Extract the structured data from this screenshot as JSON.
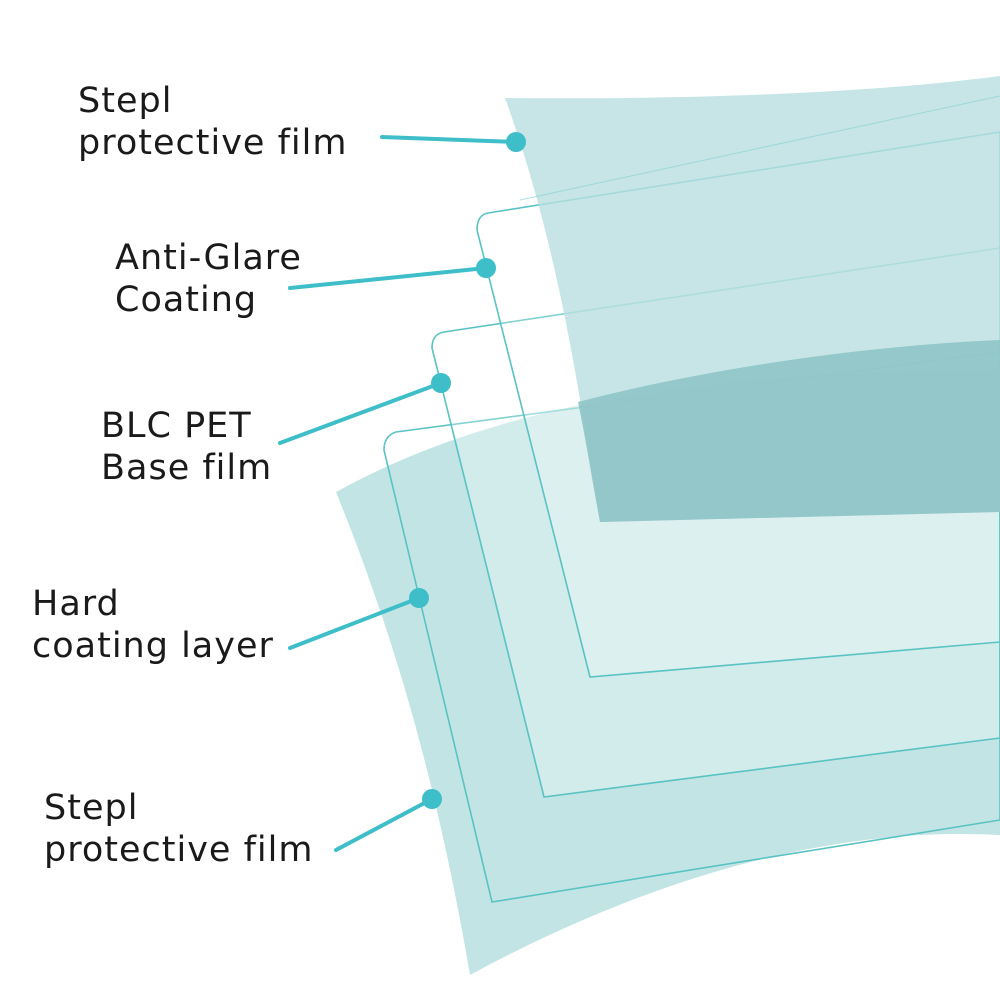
{
  "colors": {
    "film": "#b9dfe0",
    "film_edge": "#59c3c3",
    "leader": "#3dbec9",
    "dot": "#3dbec9",
    "dark_band": "#8ec4c7"
  },
  "labels": [
    {
      "lines": [
        "Stepl",
        "protective film"
      ]
    },
    {
      "lines": [
        "Anti-Glare",
        "Coating"
      ]
    },
    {
      "lines": [
        "BLC PET",
        "Base film"
      ]
    },
    {
      "lines": [
        "Hard",
        "coating layer"
      ]
    },
    {
      "lines": [
        "Stepl",
        "protective film"
      ]
    }
  ]
}
